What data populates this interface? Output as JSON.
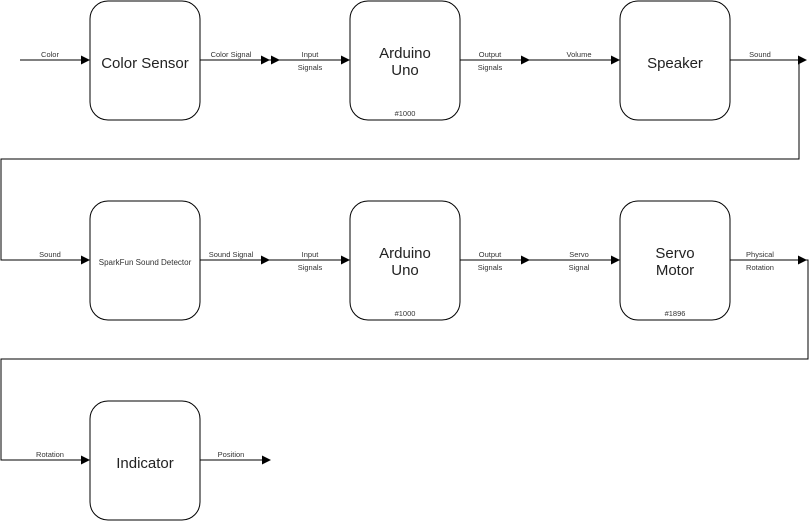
{
  "blocks": {
    "color_sensor": {
      "title": "Color Sensor"
    },
    "arduino_1": {
      "title_line1": "Arduino",
      "title_line2": "Uno",
      "id": "#1000"
    },
    "speaker": {
      "title": "Speaker"
    },
    "sound_detector": {
      "title": "SparkFun Sound Detector"
    },
    "arduino_2": {
      "title_line1": "Arduino",
      "title_line2": "Uno",
      "id": "#1000"
    },
    "servo": {
      "title_line1": "Servo",
      "title_line2": "Motor",
      "id": "#1896"
    },
    "indicator": {
      "title": "Indicator"
    }
  },
  "edges": {
    "color_in": "Color",
    "color_signal": "Color Signal",
    "input_signals_1_l1": "Input",
    "input_signals_1_l2": "Signals",
    "output_signals_1_l1": "Output",
    "output_signals_1_l2": "Signals",
    "volume": "Volume",
    "sound_out": "Sound",
    "sound_in": "Sound",
    "sound_signal": "Sound Signal",
    "input_signals_2_l1": "Input",
    "input_signals_2_l2": "Signals",
    "output_signals_2_l1": "Output",
    "output_signals_2_l2": "Signals",
    "servo_signal_l1": "Servo",
    "servo_signal_l2": "Signal",
    "physical_rotation_l1": "Physical",
    "physical_rotation_l2": "Rotation",
    "rotation": "Rotation",
    "position": "Position"
  }
}
